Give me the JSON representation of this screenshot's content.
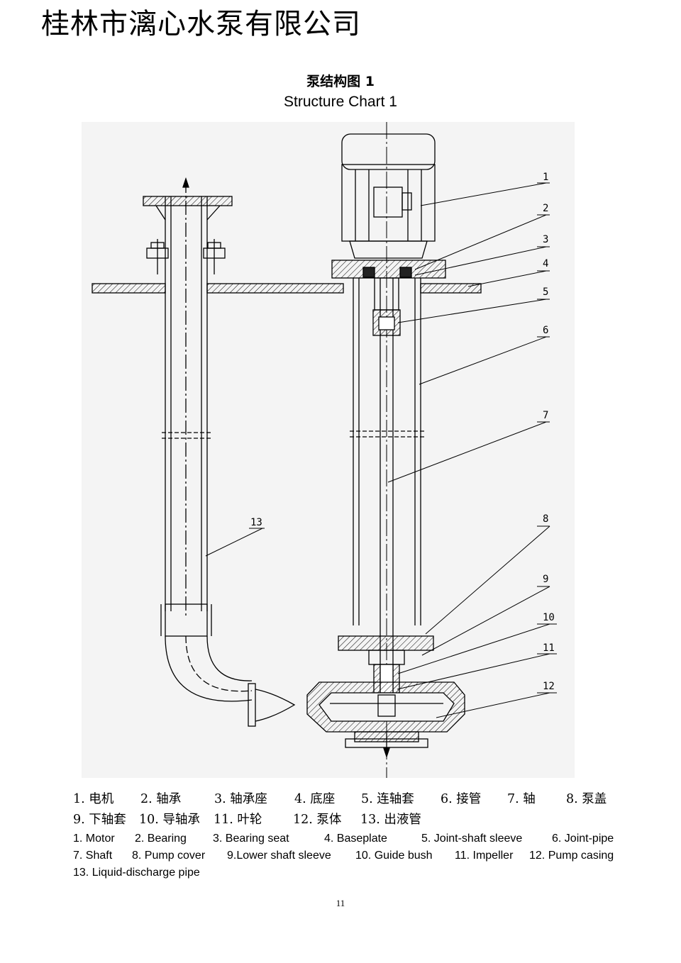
{
  "header": {
    "company": "桂林市漓心水泵有限公司"
  },
  "figure": {
    "title_cn": "泵结构图 1",
    "title_en": "Structure Chart 1",
    "callouts": [
      "1",
      "2",
      "3",
      "4",
      "5",
      "6",
      "7",
      "8",
      "9",
      "10",
      "11",
      "12",
      "13"
    ]
  },
  "legend_cn": [
    "1.  电机",
    "2.  轴承",
    "3.  轴承座",
    "4.  底座",
    "5.  连轴套",
    "6.  接管",
    "7.  轴",
    "8.  泵盖",
    "9.  下轴套",
    "10.  导轴承",
    "11.  叶轮",
    "12.  泵体",
    "13.  出液管"
  ],
  "legend_en": [
    "1. Motor",
    "2. Bearing",
    "3. Bearing seat",
    "4. Baseplate",
    "5. Joint-shaft sleeve",
    "6. Joint-pipe",
    "7. Shaft",
    "8. Pump cover",
    "9.Lower shaft sleeve",
    "10. Guide bush",
    "11. Impeller",
    "12. Pump casing",
    "13. Liquid-discharge pipe"
  ],
  "footer": {
    "page_number": "11"
  }
}
